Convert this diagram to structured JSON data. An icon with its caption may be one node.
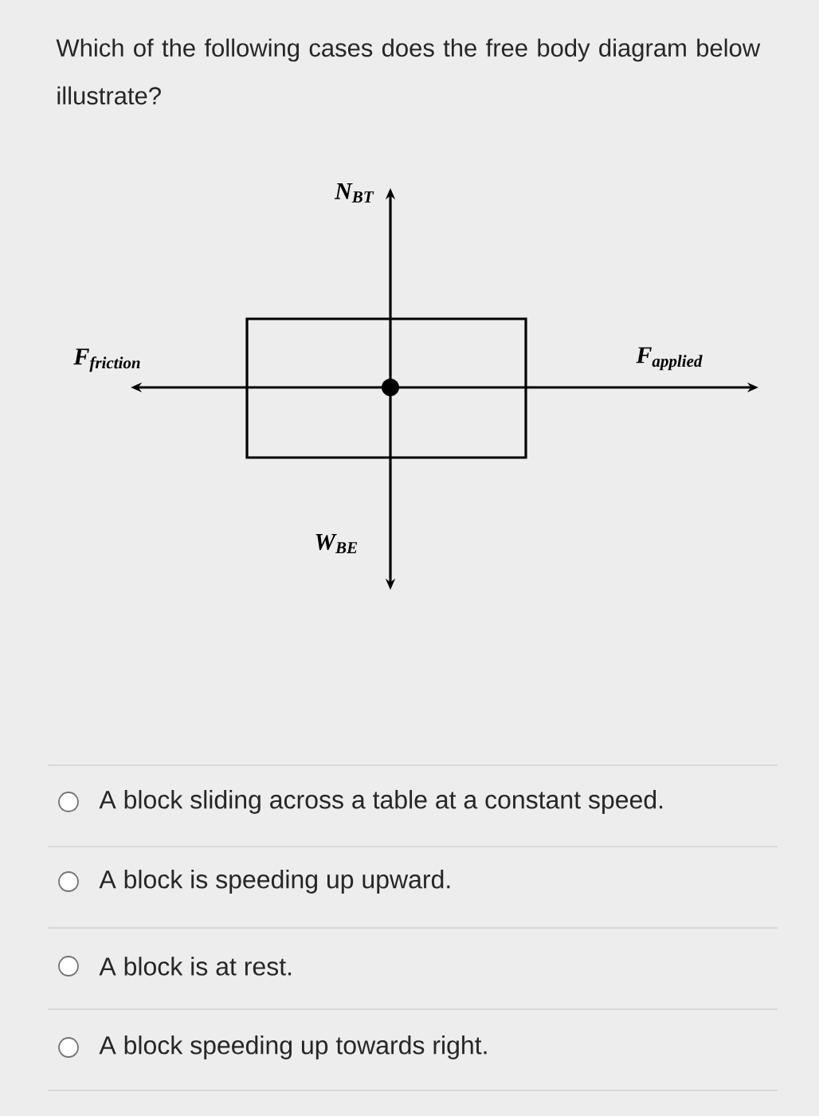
{
  "diagram": {
    "title": "Which of the following cases does the free body diagram below illustrate?",
    "nodes": [
      {
        "text": [],
        "shape": "box"
      }
    ],
    "labels": [
      "N$_{BT}$",
      "F$_{friction}$",
      "F$_{applied}$",
      "W$_{BE}$",
      "A block sliding across a table at a constant speed.",
      "A block is speeding up upward.",
      "A block is at rest.",
      "A block speeding up towards right."
    ]
  }
}
